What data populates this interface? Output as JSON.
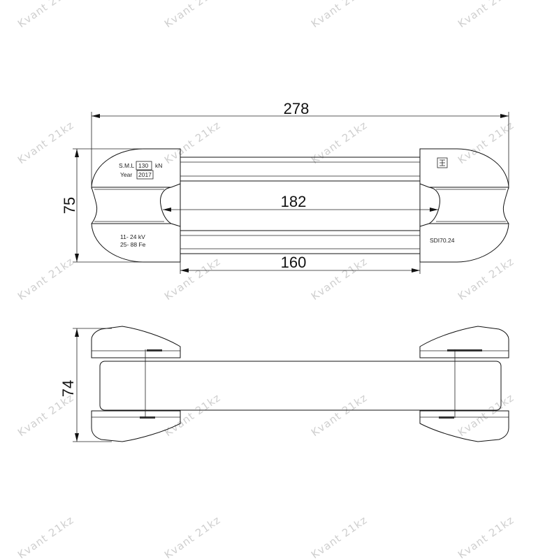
{
  "dimensions": {
    "overall_width": "278",
    "inner_span": "182",
    "rod_length": "160",
    "top_height": "75",
    "side_height": "74"
  },
  "markings": {
    "left_top_line1_prefix": "S.M.L",
    "left_top_line1_value": "130",
    "left_top_line1_unit": "kN",
    "left_top_line2_prefix": "Year",
    "left_top_line2_value": "2017",
    "left_bottom_line1": "11-   24   kV",
    "left_bottom_line2": "25- 88   Fe",
    "right_bottom_model": "SDI70.24",
    "right_top_logo": "logo-mark"
  },
  "watermark": {
    "text": "Kvant 21kz"
  },
  "colors": {
    "line": "#111111",
    "watermark": "#cfcfcf"
  }
}
